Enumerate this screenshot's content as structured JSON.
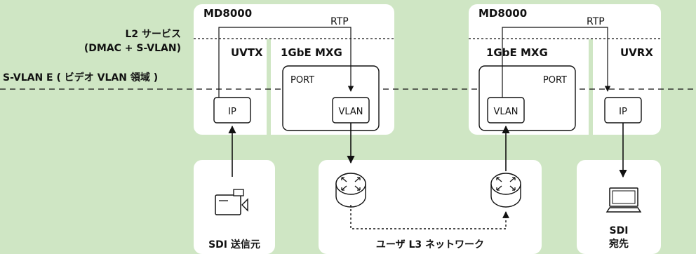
{
  "left_labels": {
    "l2_service_line1": "L2 サービス",
    "l2_service_line2": "(DMAC + S-VLAN)",
    "svlan_label": "S-VLAN E ( ビデオ VLAN 領域 )"
  },
  "tx_unit": {
    "device": "MD8000",
    "rtp": "RTP",
    "card_uvtx": "UVTX",
    "card_mxg": "1GbE MXG",
    "ip": "IP",
    "port": "PORT",
    "vlan": "VLAN"
  },
  "rx_unit": {
    "device": "MD8000",
    "rtp": "RTP",
    "card_mxg": "1GbE MXG",
    "card_uvrx": "UVRX",
    "port": "PORT",
    "vlan": "VLAN",
    "ip": "IP"
  },
  "source": {
    "label": "SDI 送信元",
    "icon": "video-camera-icon"
  },
  "network": {
    "label": "ユーザ L3 ネットワーク",
    "icon": "router-icon"
  },
  "destination": {
    "label_line1": "SDI",
    "label_line2": "宛先",
    "icon": "laptop-icon"
  },
  "colors": {
    "background": "#cfe6c4",
    "box": "#ffffff",
    "line": "#111111"
  }
}
